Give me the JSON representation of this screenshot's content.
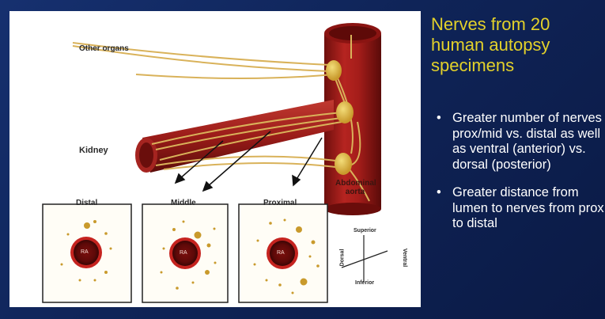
{
  "slide": {
    "title": "Nerves from 20 human autopsy specimens",
    "bullets": [
      "Greater number of nerves prox/mid vs. distal as well as ventral (anterior) vs. dorsal (posterior)",
      "Greater distance from lumen to nerves from prox to distal"
    ],
    "bullet_symbol": "•"
  },
  "figure": {
    "labels": {
      "other_organs": "Other organs",
      "kidney": "Kidney",
      "abdominal_aorta": "Abdominal aorta",
      "distal": "Distal",
      "middle": "Middle",
      "proximal": "Proximal",
      "ra": "RA",
      "superior": "Superior",
      "inferior": "Inferior",
      "ventral": "Ventral",
      "dorsal": "Dorsal"
    }
  },
  "colors": {
    "title": "#e3d12a",
    "bullet_text": "#ffffff",
    "artery": "#9e1c1a",
    "nerve": "#d9b25a"
  }
}
